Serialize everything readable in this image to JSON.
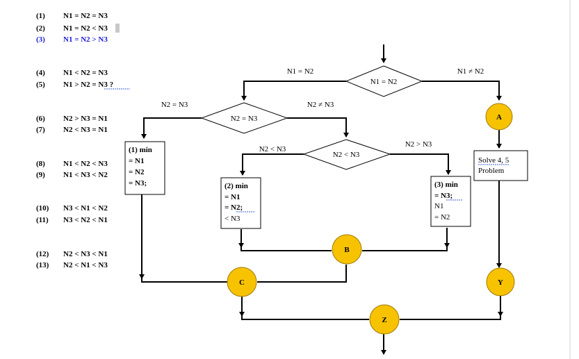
{
  "cases": [
    {
      "num": "(1)",
      "expr": "N1 = N2 = N3"
    },
    {
      "num": "(2)",
      "expr": "N1 = N2 < N3"
    },
    {
      "num": "(3)",
      "expr": "N1 = N2 > N3"
    },
    {
      "num": "(4)",
      "expr": "N1 < N2 = N3"
    },
    {
      "num": "(5)",
      "expr": "N1 > N2 = N3 ?"
    },
    {
      "num": "(6)",
      "expr": "N2 > N3 = N1"
    },
    {
      "num": "(7)",
      "expr": "N2 < N3 = N1"
    },
    {
      "num": "(8)",
      "expr": "N1 < N2 < N3"
    },
    {
      "num": "(9)",
      "expr": "N1 < N3 < N2"
    },
    {
      "num": "(10)",
      "expr": "N3 < N1 < N2"
    },
    {
      "num": "(11)",
      "expr": "N3 < N2 < N1"
    },
    {
      "num": "(12)",
      "expr": "N2 < N3 < N1"
    },
    {
      "num": "(13)",
      "expr": "N2 < N1 < N3"
    }
  ],
  "decisions": {
    "d1": {
      "label": "N1 = N2",
      "yes": "N1 = N2",
      "no": "N1 ≠ N2"
    },
    "d2": {
      "label": "N2 = N3",
      "yes": "N2 = N3",
      "no": "N2 ≠ N3"
    },
    "d3": {
      "label": "N2 < N3",
      "yes": "N2 < N3",
      "no": "N2 > N3"
    }
  },
  "boxes": {
    "min1": {
      "lines": [
        "(1) min",
        "= N1",
        "= N2",
        "= N3;"
      ]
    },
    "min2": {
      "lines": [
        "(2) min",
        "= N1",
        "= N2;",
        "< N3"
      ]
    },
    "min3": {
      "lines": [
        "(3) min",
        "= N3;",
        "N1",
        "= N2"
      ]
    },
    "solve": {
      "lines": [
        "Solve 4, 5",
        "Problem"
      ]
    }
  },
  "connectors": {
    "A": "A",
    "B": "B",
    "C": "C",
    "Y": "Y",
    "Z": "Z"
  }
}
